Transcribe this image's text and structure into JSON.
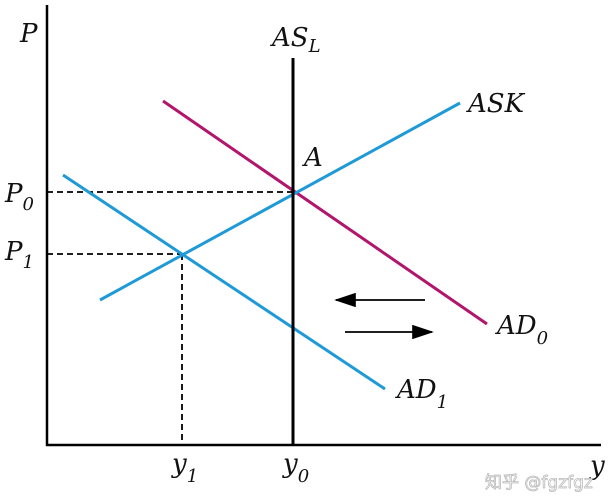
{
  "colors": {
    "ask": "#1f9ad6",
    "ad1": "#1f9ad6",
    "ad0": "#b0166c",
    "axis": "#000000"
  },
  "labels": {
    "y_axis": "P",
    "x_axis": "y",
    "as_long_main": "AS",
    "as_long_sub": "L",
    "ask": "ASK",
    "point_a": "A",
    "p0_main": "P",
    "p0_sub": "0",
    "p1_main": "P",
    "p1_sub": "1",
    "ad0_main": "AD",
    "ad0_sub": "0",
    "ad1_main": "AD",
    "ad1_sub": "1",
    "y0_main": "y",
    "y0_sub": "0",
    "y1_main": "y",
    "y1_sub": "1"
  },
  "watermark": "知乎 @fgzfgz"
}
